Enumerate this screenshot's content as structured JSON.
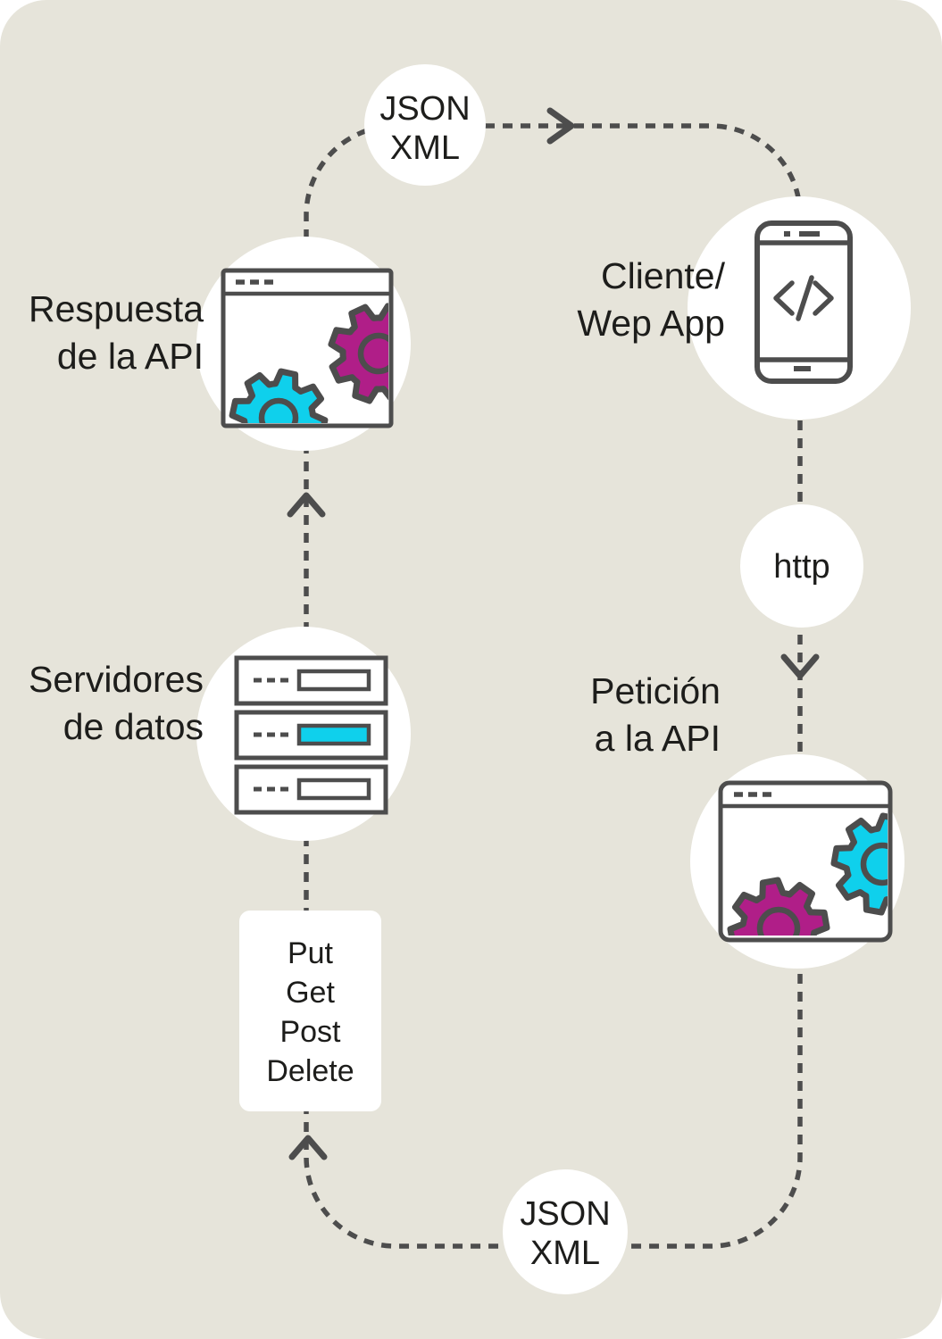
{
  "page": {
    "bg": "#e6e4da",
    "surface": "#ffffff"
  },
  "colors": {
    "line": "#4d4d4d",
    "cyan": "#0fd0ec",
    "magenta": "#b01e88",
    "text": "#1d1d1b"
  },
  "labels": {
    "api_response": {
      "line1": "Respuesta",
      "line2": "de la API"
    },
    "client": {
      "line1": "Cliente/",
      "line2": "Wep App"
    },
    "http_badge": "http",
    "api_request": {
      "line1": "Petición",
      "line2": "a la API"
    },
    "data_servers": {
      "line1": "Servidores",
      "line2": "de datos"
    },
    "json_xml_top": {
      "line1": "JSON",
      "line2": "XML"
    },
    "json_xml_bottom": {
      "line1": "JSON",
      "line2": "XML"
    },
    "methods": [
      "Put",
      "Get",
      "Post",
      "Delete"
    ]
  }
}
